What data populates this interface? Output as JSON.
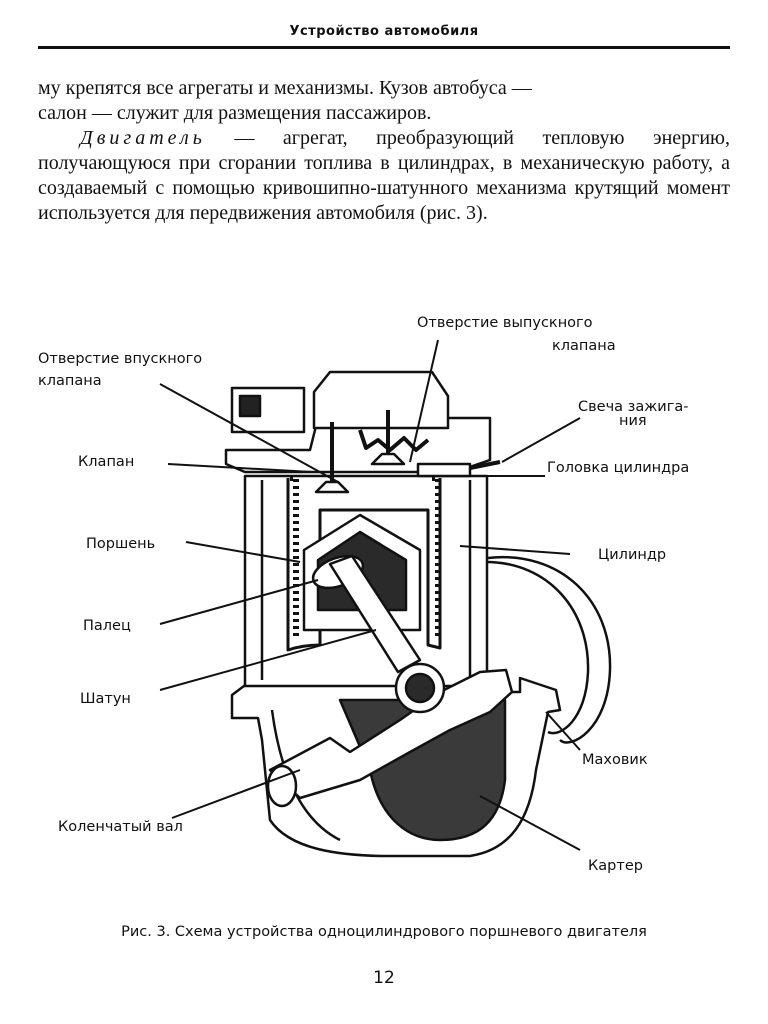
{
  "header": {
    "title": "Устройство автомобиля"
  },
  "text": {
    "line1": "му крепятся все агрегаты и механизмы. Кузов автобуса —",
    "line2": "салон — служит для размещения пассажиров.",
    "term": "Двигатель",
    "definition": " — агрегат, преобразующий тепловую энергию, получающуюся при сгорании топлива в цилиндрах, в механическую работу, а создаваемый с помощью кривошипно-шатунного механизма крутящий момент используется для передвижения автомобиля (рис. 3)."
  },
  "figure": {
    "labels": {
      "exhaust_line1": "Отверстие выпускного",
      "exhaust_line2": "клапана",
      "intake_line1": "Отверстие впускного",
      "intake_line2": "клапана",
      "spark_line1": "Свеча зажига-",
      "spark_line2": "ния",
      "valve": "Клапан",
      "cylinder_head": "Головка цилиндра",
      "piston": "Поршень",
      "cylinder": "Цилиндр",
      "pin": "Палец",
      "rod": "Шатун",
      "flywheel": "Маховик",
      "crankshaft": "Коленчатый вал",
      "crankcase": "Картер"
    },
    "caption": "Рис. 3. Схема устройства одноцилиндрового поршневого двигателя"
  },
  "page_number": "12"
}
